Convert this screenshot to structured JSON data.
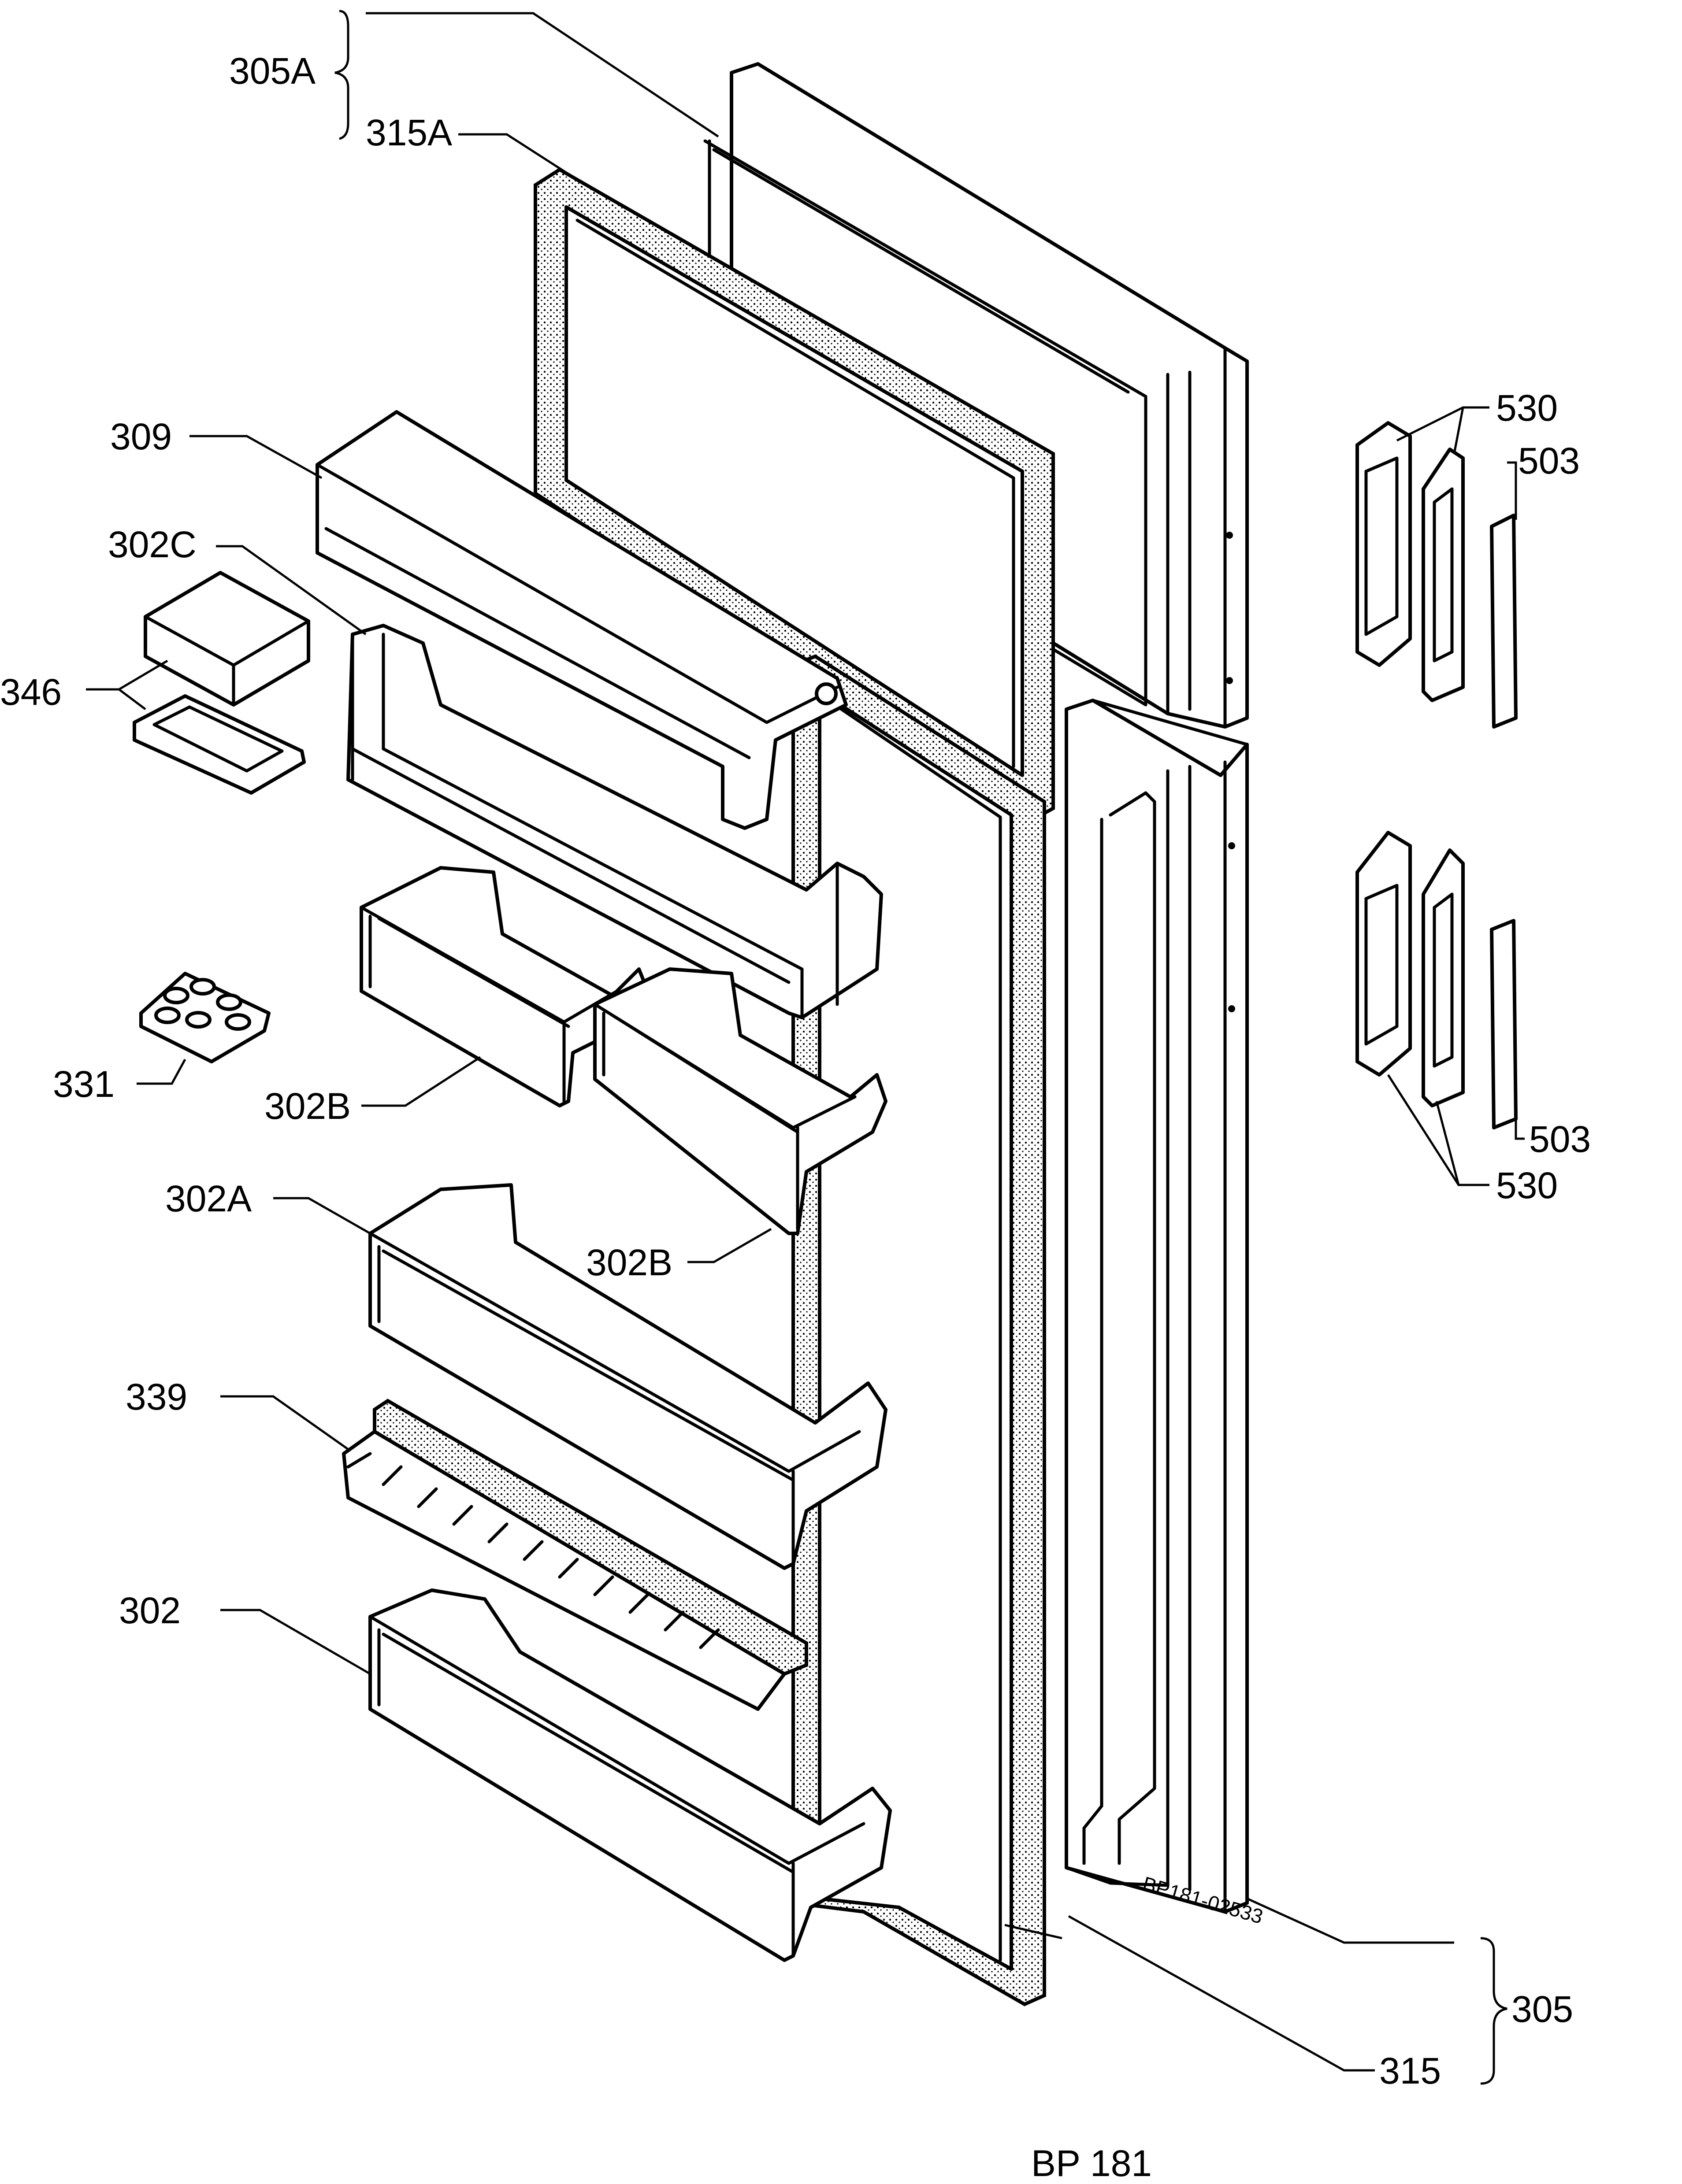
{
  "diagram_code": "BP 181",
  "stamp_text": "BP181-02533",
  "labels": {
    "l305A": "305A",
    "l315A": "315A",
    "l309": "309",
    "l302C": "302C",
    "l346": "346",
    "l331": "331",
    "l302B_left": "302B",
    "l302B_right": "302B",
    "l302A": "302A",
    "l339": "339",
    "l302": "302",
    "l530_top": "530",
    "l503_top": "503",
    "l503_bottom": "503",
    "l530_bottom": "530",
    "l305": "305",
    "l315": "315"
  }
}
